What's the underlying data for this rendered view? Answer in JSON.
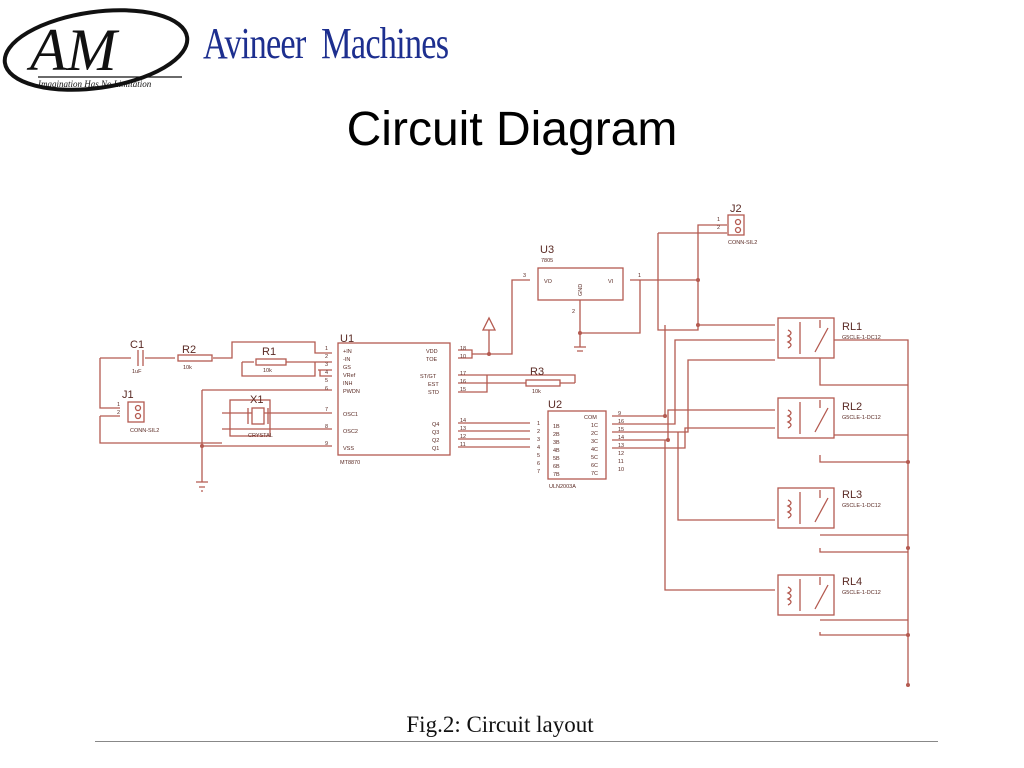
{
  "brand": {
    "logo_letters": "AM",
    "tagline": "Imagination Has No Limitation",
    "company_name": "Avineer  Machines"
  },
  "slide": {
    "title": "Circuit Diagram",
    "caption": "Fig.2: Circuit layout"
  },
  "diagram": {
    "c1": {
      "ref": "C1",
      "value": "1uF"
    },
    "r2": {
      "ref": "R2",
      "value": "10k"
    },
    "r1": {
      "ref": "R1",
      "value": "10k"
    },
    "r3": {
      "ref": "R3",
      "value": "10k"
    },
    "j1": {
      "ref": "J1",
      "value": "CONN-SIL2"
    },
    "j2": {
      "ref": "J2",
      "value": "CONN-SIL2"
    },
    "x1": {
      "ref": "X1",
      "value": "CRYSTAL"
    },
    "u1": {
      "ref": "U1",
      "part": "MT8870",
      "left_pins": [
        {
          "num": "1",
          "name": "+IN"
        },
        {
          "num": "2",
          "name": "-IN"
        },
        {
          "num": "3",
          "name": "GS"
        },
        {
          "num": "4",
          "name": "VRef"
        },
        {
          "num": "5",
          "name": "INH"
        },
        {
          "num": "6",
          "name": "PWDN"
        },
        {
          "num": "7",
          "name": "OSC1"
        },
        {
          "num": "8",
          "name": "OSC2"
        },
        {
          "num": "9",
          "name": "VSS"
        }
      ],
      "right_pins": [
        {
          "num": "18",
          "name": "VDD"
        },
        {
          "num": "10",
          "name": "TOE"
        },
        {
          "num": "17",
          "name": "ST/GT"
        },
        {
          "num": "16",
          "name": "EST"
        },
        {
          "num": "15",
          "name": "STD"
        },
        {
          "num": "14",
          "name": "Q4"
        },
        {
          "num": "13",
          "name": "Q3"
        },
        {
          "num": "12",
          "name": "Q2"
        },
        {
          "num": "11",
          "name": "Q1"
        }
      ]
    },
    "u2": {
      "ref": "U2",
      "part": "ULN2003A",
      "in_pin_nums": [
        "1",
        "2",
        "3",
        "4",
        "5",
        "6",
        "7"
      ],
      "in_pin_names": [
        "1B",
        "2B",
        "3B",
        "4B",
        "5B",
        "6B",
        "7B"
      ],
      "out_pin_names": [
        "COM",
        "1C",
        "2C",
        "3C",
        "4C",
        "5C",
        "6C",
        "7C"
      ],
      "out_pin_nums": [
        "9",
        "16",
        "15",
        "14",
        "13",
        "12",
        "11",
        "10"
      ]
    },
    "u3": {
      "ref": "U3",
      "part": "7805",
      "vo": "VO",
      "vi": "VI",
      "gnd": "GND",
      "pin_vo": "3",
      "pin_vi": "1",
      "pin_gnd": "2"
    },
    "relays": [
      {
        "ref": "RL1",
        "value": "G5CLE-1-DC12"
      },
      {
        "ref": "RL2",
        "value": "G5CLE-1-DC12"
      },
      {
        "ref": "RL3",
        "value": "G5CLE-1-DC12"
      },
      {
        "ref": "RL4",
        "value": "G5CLE-1-DC12"
      }
    ]
  }
}
